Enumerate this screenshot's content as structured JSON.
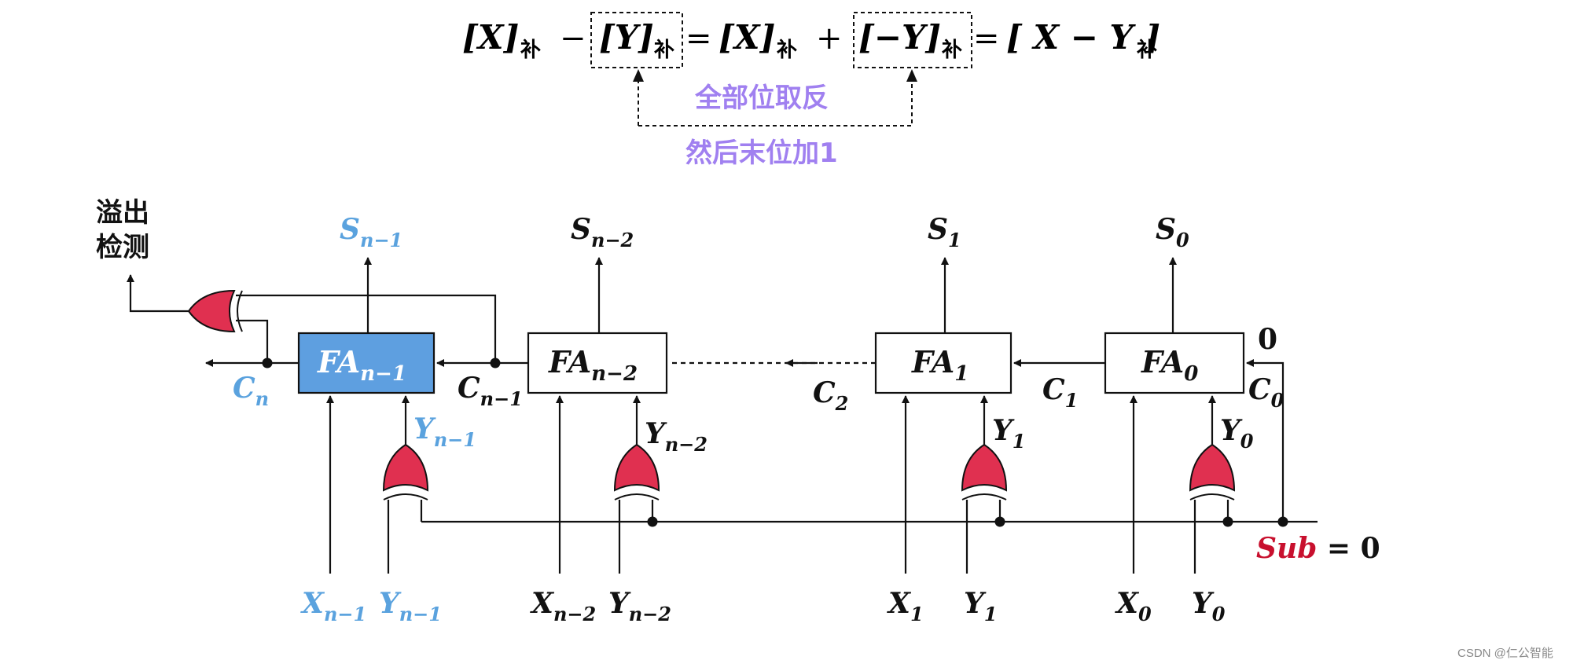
{
  "formula": {
    "sub_char": "补",
    "lb": "[",
    "rb": "]",
    "X": "X",
    "Y": "Y",
    "negY": "−Y",
    "XmY": "X − Y",
    "minus": "−",
    "plus": "+",
    "eq": "="
  },
  "annotations": {
    "invert_all": "全部位取反",
    "then_add_one": "然后末位加1",
    "overflow": [
      "溢出",
      "检测"
    ]
  },
  "labels": {
    "S": "S",
    "FA": "FA",
    "C": "C",
    "X": "X",
    "Y": "Y",
    "sub_n1": "n−1",
    "sub_n2": "n−2",
    "sub_n": "n",
    "sub_1": "1",
    "sub_2": "2",
    "sub_0": "0",
    "c0_input": "0",
    "sub_signal": "Sub",
    "sub_equals": " = 0"
  },
  "colors": {
    "accent_blue": "#5aa2de",
    "fa_fill_highlight": "#5e9fe0",
    "xor_red": "#e03050",
    "purple": "#a080f0",
    "sub_red": "#c8102e",
    "line": "#111111"
  },
  "watermark": "CSDN @仁公智能"
}
